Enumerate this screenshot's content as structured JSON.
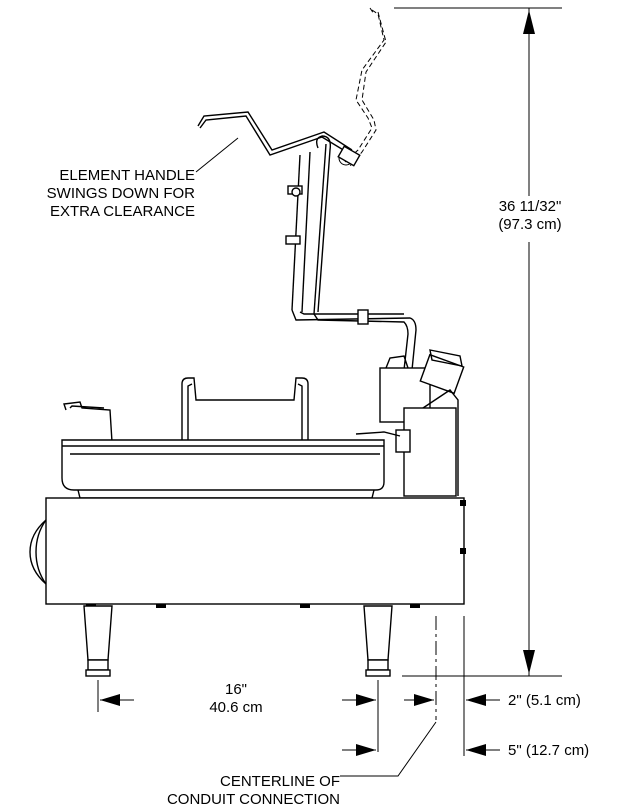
{
  "callouts": {
    "element_handle": [
      "ELEMENT HANDLE",
      "SWINGS DOWN FOR",
      "EXTRA CLEARANCE"
    ],
    "centerline": [
      "CENTERLINE OF",
      "CONDUIT CONNECTION"
    ]
  },
  "dimensions": {
    "height_imperial": "36 11/32\"",
    "height_metric": "(97.3 cm)",
    "width_imperial": "16\"",
    "width_metric": "40.6 cm",
    "offset_small": "2\" (5.1 cm)",
    "offset_large": "5\" (12.7 cm)"
  }
}
